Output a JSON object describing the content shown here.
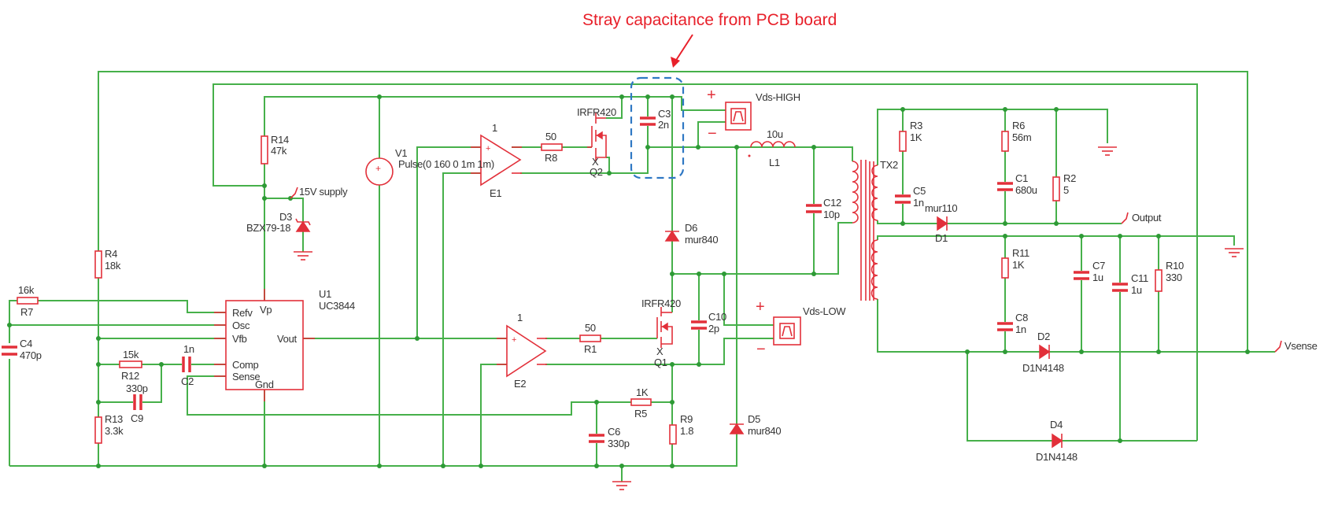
{
  "annotation": {
    "text": "Stray capacitance from PCB board",
    "color": "#e8202a",
    "highlight_color": "#2f78c4"
  },
  "colors": {
    "wire": "#46b04a",
    "component": "#e2303a"
  },
  "components": {
    "R14": {
      "ref": "R14",
      "value": "47k"
    },
    "R4": {
      "ref": "R4",
      "value": "18k"
    },
    "R7": {
      "ref": "R7",
      "value": "16k"
    },
    "C4": {
      "ref": "C4",
      "value": "470p"
    },
    "R12": {
      "ref": "R12",
      "value": "15k"
    },
    "C2": {
      "ref": "C2",
      "value": "1n"
    },
    "C9": {
      "ref": "C9",
      "value": "330p"
    },
    "R13": {
      "ref": "R13",
      "value": "3.3k"
    },
    "D3": {
      "ref": "D3",
      "value": "BZX79-18"
    },
    "U1": {
      "ref": "U1",
      "value": "UC3844",
      "pins": [
        "Refv",
        "Vp",
        "Osc",
        "Vfb",
        "Vout",
        "Comp",
        "Sense",
        "Gnd"
      ]
    },
    "V1": {
      "ref": "V1",
      "value": "Pulse(0 160 0 1m 1m)"
    },
    "E1": {
      "ref": "E1",
      "gain": "1"
    },
    "E2": {
      "ref": "E2",
      "gain": "1"
    },
    "R8": {
      "ref": "R8",
      "value": "50"
    },
    "R1": {
      "ref": "R1",
      "value": "50"
    },
    "Q2": {
      "ref": "Q2",
      "value": "IRFR420",
      "mark": "X"
    },
    "Q1": {
      "ref": "Q1",
      "value": "IRFR420",
      "mark": "X"
    },
    "C3": {
      "ref": "C3",
      "value": "2n"
    },
    "C10": {
      "ref": "C10",
      "value": "2p"
    },
    "C12": {
      "ref": "C12",
      "value": "10p"
    },
    "L1": {
      "ref": "L1",
      "value": "10u"
    },
    "D6": {
      "ref": "D6",
      "value": "mur840"
    },
    "D5": {
      "ref": "D5",
      "value": "mur840"
    },
    "R5": {
      "ref": "R5",
      "value": "1K"
    },
    "R9": {
      "ref": "R9",
      "value": "1.8"
    },
    "C6": {
      "ref": "C6",
      "value": "330p"
    },
    "TX2": {
      "ref": "TX2"
    },
    "R3": {
      "ref": "R3",
      "value": "1K"
    },
    "C5": {
      "ref": "C5",
      "value": "1n"
    },
    "R6": {
      "ref": "R6",
      "value": "56m"
    },
    "C1": {
      "ref": "C1",
      "value": "680u"
    },
    "R2": {
      "ref": "R2",
      "value": "5"
    },
    "D1": {
      "ref": "D1",
      "value": "mur110"
    },
    "R11": {
      "ref": "R11",
      "value": "1K"
    },
    "C8": {
      "ref": "C8",
      "value": "1n"
    },
    "C7": {
      "ref": "C7",
      "value": "1u"
    },
    "C11": {
      "ref": "C11",
      "value": "1u"
    },
    "R10": {
      "ref": "R10",
      "value": "330"
    },
    "D2": {
      "ref": "D2",
      "value": "D1N4148"
    },
    "D4": {
      "ref": "D4",
      "value": "D1N4148"
    }
  },
  "nets": {
    "supply": "15V supply",
    "output": "Output",
    "vsense": "Vsense"
  },
  "probes": {
    "high": {
      "label": "Vds-HIGH",
      "plus": "+",
      "minus": "−"
    },
    "low": {
      "label": "Vds-LOW",
      "plus": "+",
      "minus": "−"
    }
  }
}
